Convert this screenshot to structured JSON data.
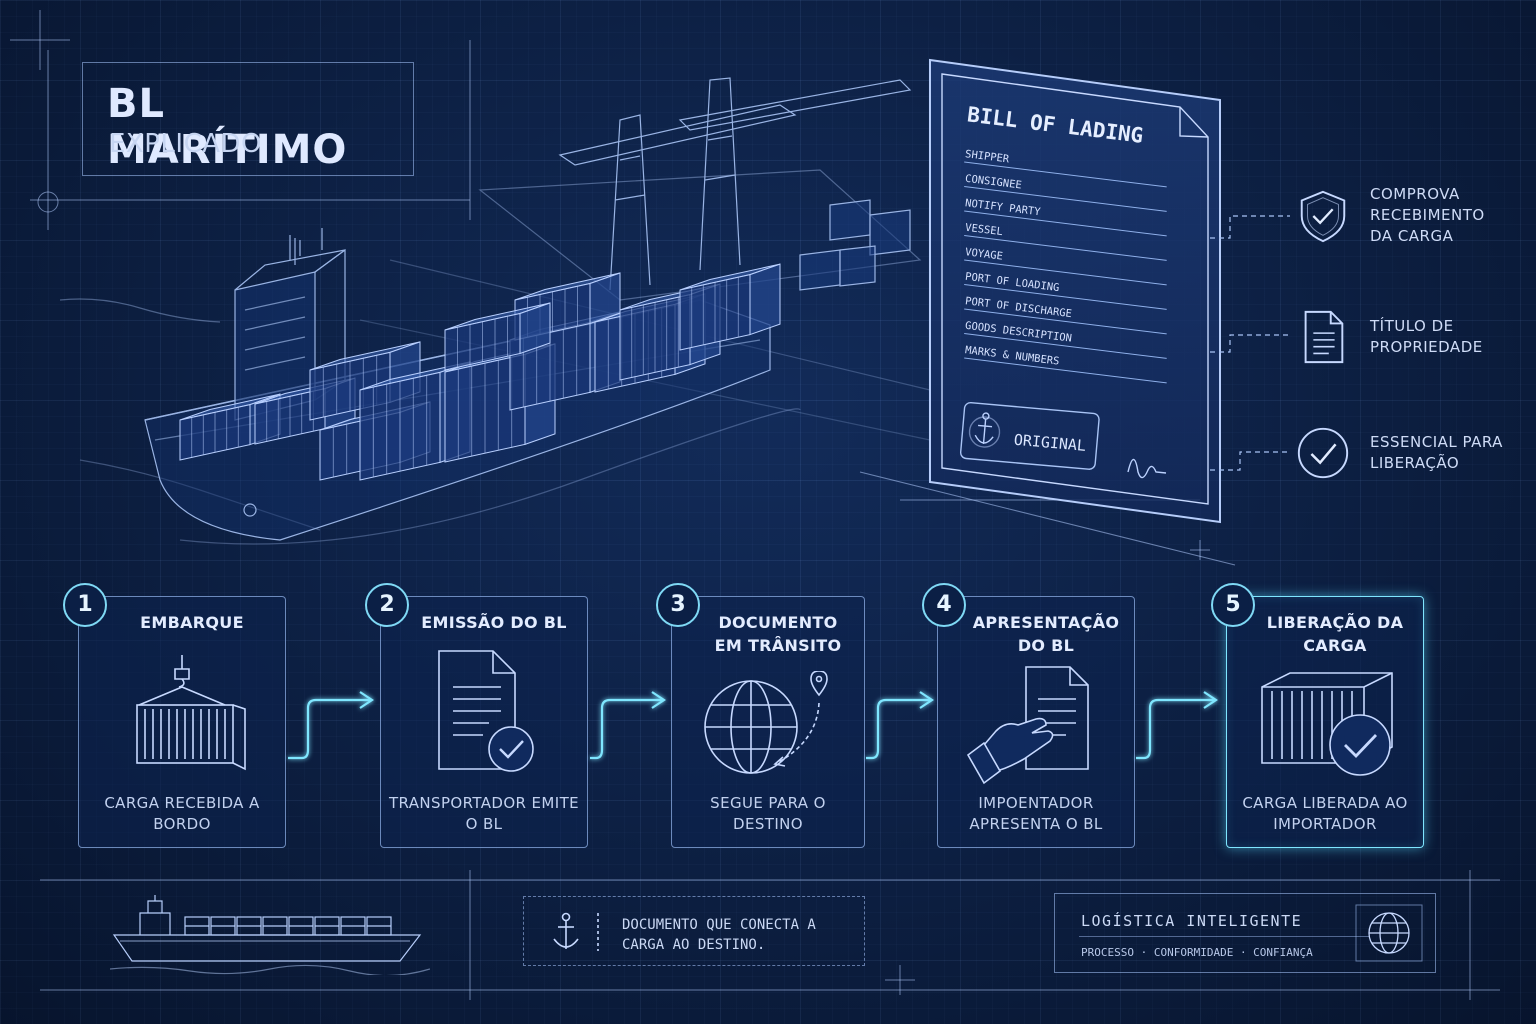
{
  "title": {
    "line1": "BL MARÍTIMO",
    "line2": "EXPLICADO"
  },
  "document": {
    "heading": "BILL OF LADING",
    "fields": [
      "SHIPPER",
      "CONSIGNEE",
      "NOTIFY PARTY",
      "VESSEL",
      "VOYAGE",
      "PORT OF LOADING",
      "PORT OF DISCHARGE",
      "GOODS DESCRIPTION",
      "MARKS & NUMBERS"
    ],
    "stamp": "ORIGINAL"
  },
  "benefits": [
    {
      "icon": "shield-check-icon",
      "text": "COMPROVA RECEBIMENTO DA CARGA"
    },
    {
      "icon": "document-icon",
      "text": "TÍTULO DE PROPRIEDADE"
    },
    {
      "icon": "check-circle-icon",
      "text": "ESSENCIAL PARA LIBERAÇÃO"
    }
  ],
  "steps": [
    {
      "number": "1",
      "title": "EMBARQUE",
      "desc": "CARGA RECEBIDA A BORDO",
      "icon": "crane-container-icon"
    },
    {
      "number": "2",
      "title": "EMISSÃO DO BL",
      "desc": "TRANSPORTADOR EMITE O BL",
      "icon": "document-check-icon"
    },
    {
      "number": "3",
      "title": "DOCUMENTO EM TRÂNSITO",
      "desc": "SEGUE PARA O DESTINO",
      "icon": "globe-route-icon"
    },
    {
      "number": "4",
      "title": "APRESENTAÇÃO DO BL",
      "desc": "IMPOENTADOR APRESENTA O BL",
      "icon": "hand-document-icon"
    },
    {
      "number": "5",
      "title": "LIBERAÇÃO DA CARGA",
      "desc": "CARGA LIBERADA AO IMPORTADOR",
      "icon": "container-check-icon"
    }
  ],
  "footer": {
    "note": "DOCUMENTO QUE CONECTA A CARGA AO DESTINO.",
    "brand_title": "LOGÍSTICA INTELIGENTE",
    "brand_sub": "PROCESSO · CONFORMIDADE · CONFIANÇA"
  },
  "colors": {
    "background": "#0b1f45",
    "line": "#a9c4f5",
    "accent": "#7fe6ff"
  }
}
